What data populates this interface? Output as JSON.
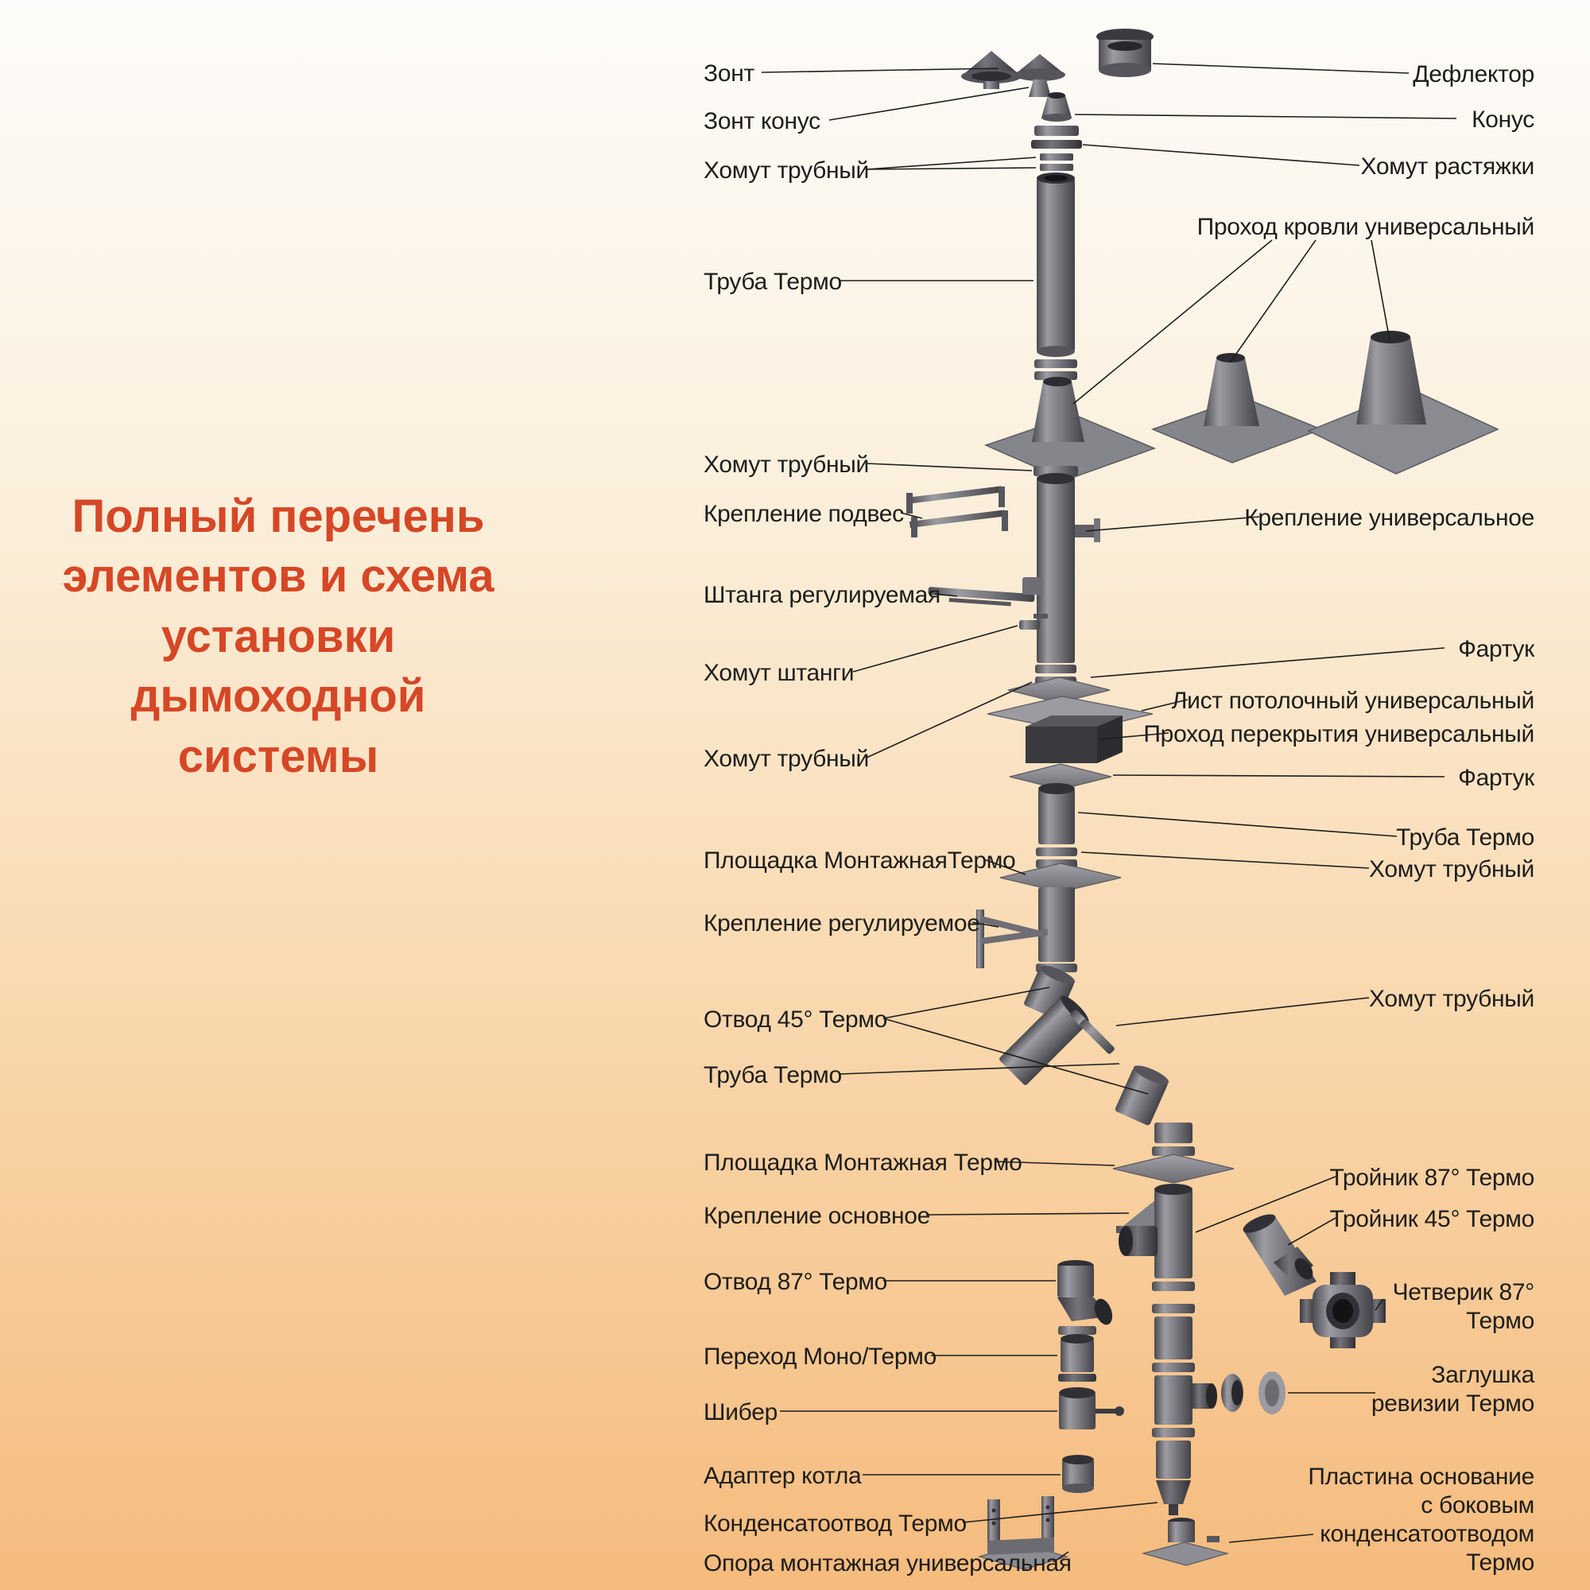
{
  "title": {
    "text": "Полный перечень\nэлементов и схема\nустановки\nдымоходной\nсистемы"
  },
  "labels_left": [
    {
      "text": "Зонт"
    },
    {
      "text": "Зонт конус"
    },
    {
      "text": "Хомут трубный"
    },
    {
      "text": "Труба Термо"
    },
    {
      "text": "Хомут трубный"
    },
    {
      "text": "Крепление подвес"
    },
    {
      "text": "Штанга регулируемая"
    },
    {
      "text": "Хомут штанги"
    },
    {
      "text": "Хомут трубный"
    },
    {
      "text": "Площадка МонтажнаяТермо"
    },
    {
      "text": "Крепление регулируемое"
    },
    {
      "text": "Отвод 45° Термо"
    },
    {
      "text": "Труба Термо"
    },
    {
      "text": "Площадка Монтажная Термо"
    },
    {
      "text": "Крепление основное"
    },
    {
      "text": "Отвод 87° Термо"
    },
    {
      "text": "Переход Моно/Термо"
    },
    {
      "text": "Шибер"
    },
    {
      "text": "Адаптер котла"
    },
    {
      "text": "Конденсатоотвод Термо"
    },
    {
      "text": "Опора монтажная универсальная"
    }
  ],
  "labels_right": [
    {
      "text": "Дефлектор"
    },
    {
      "text": "Конус"
    },
    {
      "text": "Хомут растяжки"
    },
    {
      "text": "Проход кровли универсальный"
    },
    {
      "text": "Крепление универсальное"
    },
    {
      "text": "Фартук"
    },
    {
      "text": "Лист потолочный универсальный"
    },
    {
      "text": "Проход перекрытия универсальный"
    },
    {
      "text": "Фартук"
    },
    {
      "text": "Труба Термо"
    },
    {
      "text": "Хомут трубный"
    },
    {
      "text": "Хомут трубный"
    },
    {
      "text": "Тройник 87° Термо"
    },
    {
      "text": "Тройник 45° Термо"
    },
    {
      "text": "Четверик 87°\nТермо"
    },
    {
      "text": "Заглушка\nревизии Термо"
    },
    {
      "text": "Пластина основание\nс боковым\nконденсатоотводом\nТермо"
    }
  ],
  "colors": {
    "title": "#d64726",
    "label": "#1d1d1b",
    "leader_line": "#1d1d1b",
    "background_top": "#fdfcfa",
    "background_bottom": "#f5bb7d",
    "metal": "#7b7b81"
  }
}
